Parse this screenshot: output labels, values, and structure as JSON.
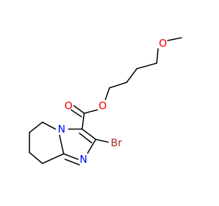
{
  "molecule": {
    "atom_labels": {
      "ether_o": "O",
      "ester_single_o": "O",
      "carbonyl_o": "O",
      "ring_n": "N",
      "imine_n": "N",
      "bromine": "Br"
    },
    "colors": {
      "bond": "#000000",
      "oxygen": "#ff0000",
      "nitrogen": "#0000ff",
      "bromine": "#a52a2a"
    }
  }
}
